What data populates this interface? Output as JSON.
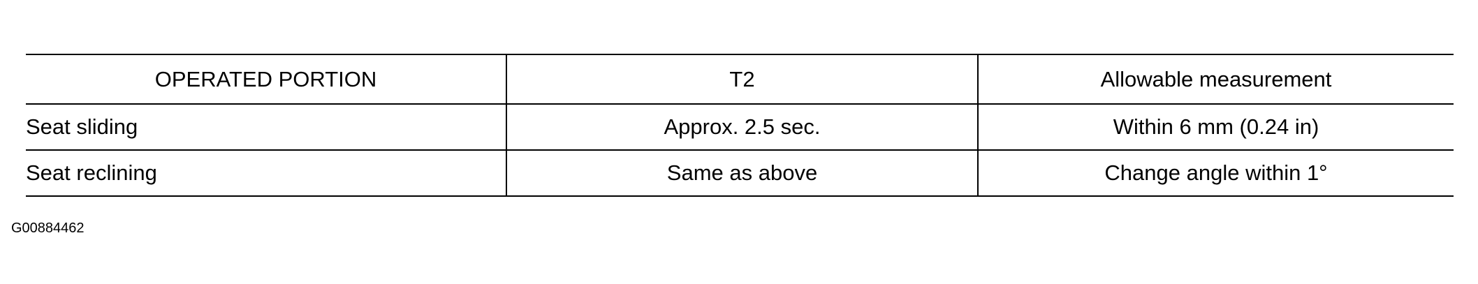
{
  "table": {
    "headers": [
      "OPERATED PORTION",
      "T2",
      "Allowable measurement"
    ],
    "rows": [
      [
        "Seat sliding",
        "Approx. 2.5 sec.",
        "Within 6 mm (0.24 in)"
      ],
      [
        "Seat reclining",
        "Same as above",
        "Change angle within 1°"
      ]
    ]
  },
  "figure_id": "G00884462"
}
